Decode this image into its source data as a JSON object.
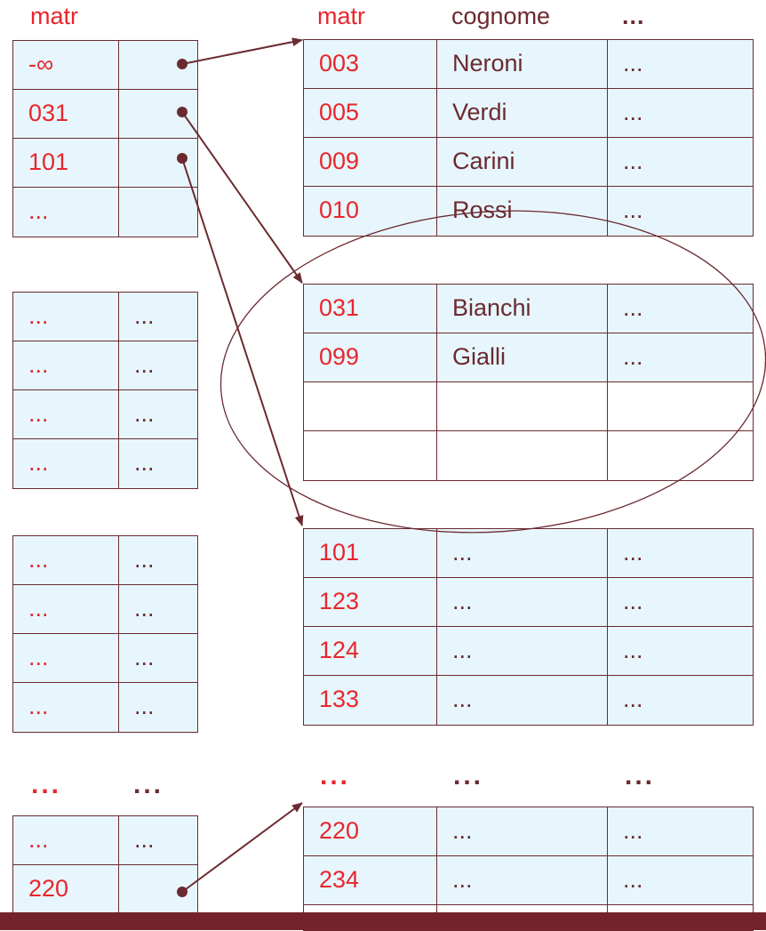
{
  "header": {
    "index_col": "matr",
    "data_col1": "matr",
    "data_col2": "cognome",
    "data_col3": "..."
  },
  "ellipsis": "...",
  "separator_dots": "...",
  "index_blocks": [
    {
      "rows": [
        [
          "-∞",
          ""
        ],
        [
          "031",
          ""
        ],
        [
          "101",
          ""
        ],
        [
          "...",
          ""
        ]
      ]
    },
    {
      "rows": [
        [
          "...",
          "..."
        ],
        [
          "...",
          "..."
        ],
        [
          "...",
          "..."
        ],
        [
          "...",
          "..."
        ]
      ]
    },
    {
      "rows": [
        [
          "...",
          "..."
        ],
        [
          "...",
          "..."
        ],
        [
          "...",
          "..."
        ],
        [
          "...",
          "..."
        ]
      ]
    },
    {
      "rows": [
        [
          "...",
          "..."
        ],
        [
          "220",
          ""
        ]
      ]
    }
  ],
  "data_blocks": [
    {
      "rows": [
        [
          "003",
          "Neroni",
          "..."
        ],
        [
          "005",
          "Verdi",
          "..."
        ],
        [
          "009",
          "Carini",
          "..."
        ],
        [
          "010",
          "Rossi",
          "..."
        ]
      ]
    },
    {
      "rows": [
        [
          "031",
          "Bianchi",
          "..."
        ],
        [
          "099",
          "Gialli",
          "..."
        ],
        [
          "",
          "",
          ""
        ],
        [
          "",
          "",
          ""
        ]
      ]
    },
    {
      "rows": [
        [
          "101",
          "...",
          "..."
        ],
        [
          "123",
          "...",
          "..."
        ],
        [
          "124",
          "...",
          "..."
        ],
        [
          "133",
          "...",
          "..."
        ]
      ]
    },
    {
      "rows": [
        [
          "220",
          "...",
          "..."
        ],
        [
          "234",
          "...",
          "..."
        ]
      ]
    }
  ],
  "colors": {
    "red": "#e8262c",
    "dark": "#6b2a30",
    "cell_fill": "#e6f6fc",
    "footer": "#74232b"
  }
}
